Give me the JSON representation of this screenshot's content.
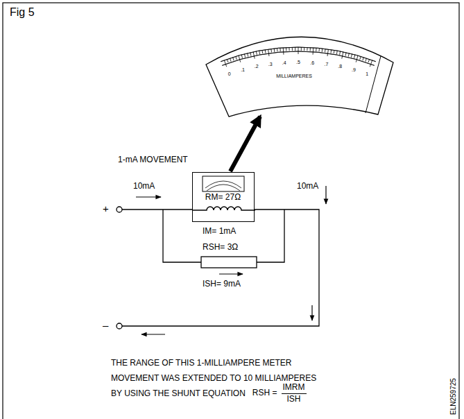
{
  "diagram": {
    "title": "Fig 5",
    "caption": "THE RANGE OF THIS 1-MILLIAMPERE METER MOVEMENT WAS EXTENDED TO 10 MILLIAMPERES BY USING THE SHUNT EQUATION",
    "nodes": [
      {
        "text": [
          "MILLIAMPERES"
        ]
      },
      {
        "text": [
          "1-mA MOVEMENT",
          "RM= 27Ω"
        ]
      }
    ],
    "edges": [
      {
        "from": 1,
        "to": 0,
        "arrow": "to"
      }
    ],
    "labels": [
      "0",
      ".1",
      ".2",
      ".3",
      ".4",
      ".5",
      ".6",
      ".7",
      ".8",
      ".9",
      "1",
      "10mA",
      "10mA",
      "IM= 1mA",
      "RSH= 3Ω",
      "ISH= 9mA",
      "+",
      "–",
      "RSH =",
      "IMRM",
      "ISH",
      "ELN259725"
    ]
  }
}
